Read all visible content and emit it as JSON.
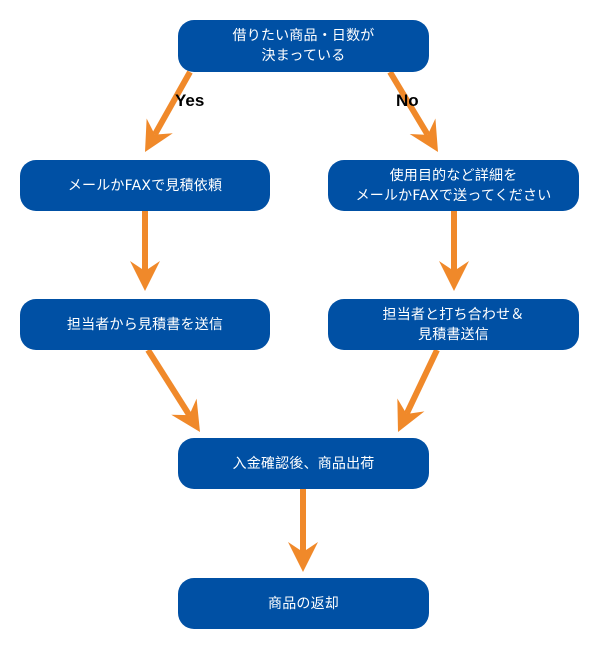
{
  "colors": {
    "box_fill": "#0050a4",
    "box_text": "#ffffff",
    "arrow": "#f0892a",
    "label_text": "#000000"
  },
  "nodes": {
    "start": "借りたい商品・日数が\n決まっている",
    "yes_step1": "メールかFAXで見積依頼",
    "no_step1": "使用目的など詳細を\nメールかFAXで送ってください",
    "yes_step2": "担当者から見積書を送信",
    "no_step2": "担当者と打ち合わせ＆\n見積書送信",
    "ship": "入金確認後、商品出荷",
    "return": "商品の返却"
  },
  "branch_labels": {
    "yes": "Yes",
    "no": "No"
  },
  "edges": [
    {
      "from": "start",
      "to": "yes_step1",
      "label": "Yes"
    },
    {
      "from": "start",
      "to": "no_step1",
      "label": "No"
    },
    {
      "from": "yes_step1",
      "to": "yes_step2"
    },
    {
      "from": "no_step1",
      "to": "no_step2"
    },
    {
      "from": "yes_step2",
      "to": "ship"
    },
    {
      "from": "no_step2",
      "to": "ship"
    },
    {
      "from": "ship",
      "to": "return"
    }
  ]
}
